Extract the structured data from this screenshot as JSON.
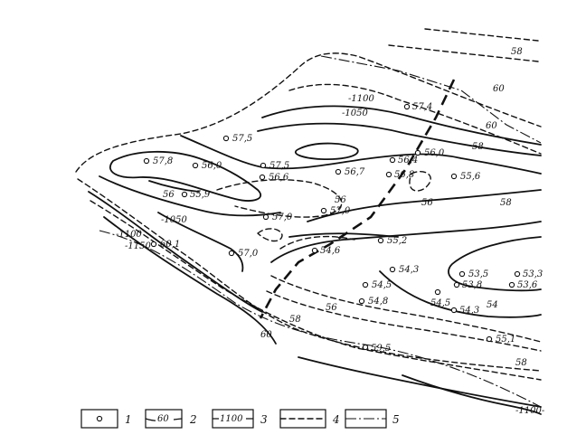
{
  "wells": [
    {
      "id": "w1",
      "label": "57,4"
    },
    {
      "id": "w2",
      "label": "57,5"
    },
    {
      "id": "w3",
      "label": "57,8"
    },
    {
      "id": "w4",
      "label": "56,0"
    },
    {
      "id": "w5",
      "label": "57,5"
    },
    {
      "id": "w6",
      "label": "56,6"
    },
    {
      "id": "w7",
      "label": "56,7"
    },
    {
      "id": "w8",
      "label": "56,4"
    },
    {
      "id": "w9",
      "label": "56,0"
    },
    {
      "id": "w10",
      "label": "56,8"
    },
    {
      "id": "w11",
      "label": "55,6"
    },
    {
      "id": "w12",
      "label": "55,9"
    },
    {
      "id": "w13",
      "label": "57,0"
    },
    {
      "id": "w14",
      "label": "57,0"
    },
    {
      "id": "w15",
      "label": "60,1"
    },
    {
      "id": "w16",
      "label": "57,0"
    },
    {
      "id": "w17",
      "label": "54,6"
    },
    {
      "id": "w18",
      "label": "55,2"
    },
    {
      "id": "w19",
      "label": "54,3"
    },
    {
      "id": "w20",
      "label": "54,5"
    },
    {
      "id": "w21",
      "label": "54,8"
    },
    {
      "id": "w22",
      "label": "53,5"
    },
    {
      "id": "w23",
      "label": "53,8"
    },
    {
      "id": "w24",
      "label": "53,3"
    },
    {
      "id": "w25",
      "label": "53,6"
    },
    {
      "id": "w26",
      "label": "54,5"
    },
    {
      "id": "w27",
      "label": "54,3"
    },
    {
      "id": "w28",
      "label": "55,1"
    },
    {
      "id": "w29",
      "label": "59,5"
    }
  ],
  "contour_labels": {
    "c58_top": "58",
    "c60_top": "60",
    "c1100_top": "-1100",
    "c1050_top": "-1050",
    "c60_mid": "60",
    "c58_mid": "58",
    "c56_left": "56",
    "c56_center": "56",
    "c56_right": "56",
    "c58_right": "58",
    "c1050_left": "-1050",
    "c1100_left": "-1100",
    "c1150_left": "-1150",
    "c54": "54",
    "c56_lower": "56",
    "c58_lower": "58",
    "c60_lower": "60",
    "c58_bottom": "58",
    "c1100_bottom": "-1100-"
  },
  "legend": [
    {
      "num": "1",
      "sample": ""
    },
    {
      "num": "2",
      "sample": "60"
    },
    {
      "num": "3",
      "sample": "1100"
    },
    {
      "num": "4",
      "sample": ""
    },
    {
      "num": "5",
      "sample": ""
    }
  ]
}
